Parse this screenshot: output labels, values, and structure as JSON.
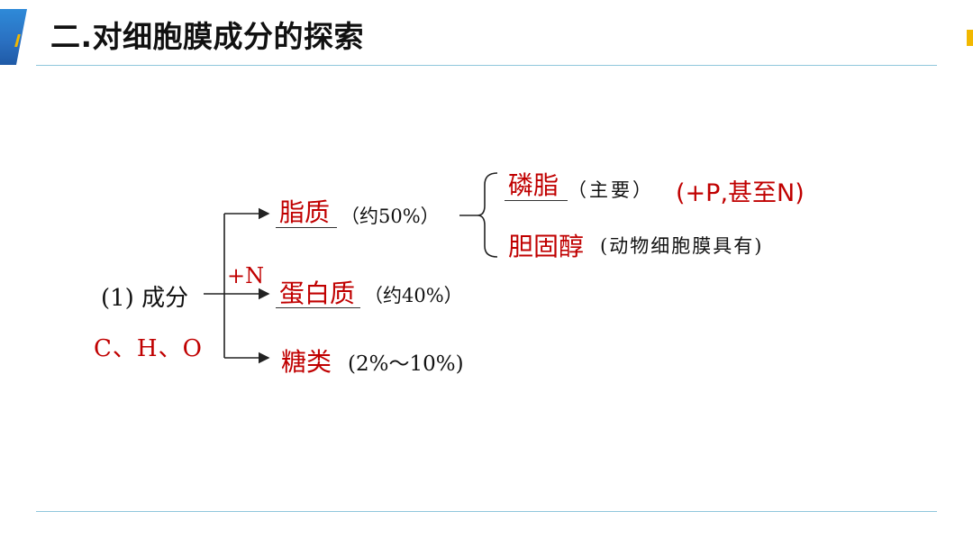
{
  "slide": {
    "title": "二.对细胞膜成分的探索"
  },
  "diagram": {
    "root_label": "(1) 成分",
    "elements": "C、H、O",
    "branch_note": "+N",
    "branches": [
      {
        "name": "脂质",
        "note": "（约50%）"
      },
      {
        "name": "蛋白质",
        "note": "（约40%）"
      },
      {
        "name": "糖类",
        "note": "(2%～10%)"
      }
    ],
    "lipid_subtypes": [
      {
        "name": "磷脂",
        "note": "（主要）",
        "extra": "(+P,甚至N)"
      },
      {
        "name": "胆固醇",
        "note": "(动物细胞膜具有)"
      }
    ]
  },
  "colors": {
    "accent_blue": "#2a6fc0",
    "accent_yellow": "#f2b800",
    "rule": "#8fc7dc",
    "highlight_red": "#c00000"
  }
}
